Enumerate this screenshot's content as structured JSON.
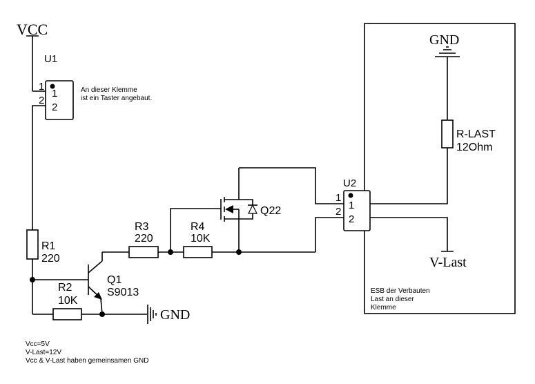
{
  "nets": {
    "vcc": "VCC",
    "gnd_transistor": "GND",
    "gnd_load": "GND",
    "v_last": "V-Last"
  },
  "parts": {
    "u1": {
      "ref": "U1",
      "pins": [
        "1",
        "2"
      ],
      "pin_outside": [
        "1",
        "2"
      ]
    },
    "u2": {
      "ref": "U2",
      "pins": [
        "1",
        "2"
      ],
      "pin_outside": [
        "1",
        "2"
      ]
    },
    "r1": {
      "ref": "R1",
      "value": "220"
    },
    "r2": {
      "ref": "R2",
      "value": "10K"
    },
    "r3": {
      "ref": "R3",
      "value": "220"
    },
    "r4": {
      "ref": "R4",
      "value": "10K"
    },
    "q1": {
      "ref": "Q1",
      "value": "S9013"
    },
    "q22": {
      "ref": "Q22"
    },
    "r_last": {
      "ref": "R-LAST",
      "value": "12Ohm"
    }
  },
  "notes": {
    "u1_note": [
      "An dieser Klemme",
      "ist ein Taster angebaut."
    ],
    "esb_note": [
      "ESB der Verbauten",
      "Last an dieser",
      "Klemme"
    ],
    "footer": [
      "Vcc=5V",
      "V-Last=12V",
      "Vcc & V-Last haben gemeinsamen GND"
    ]
  }
}
